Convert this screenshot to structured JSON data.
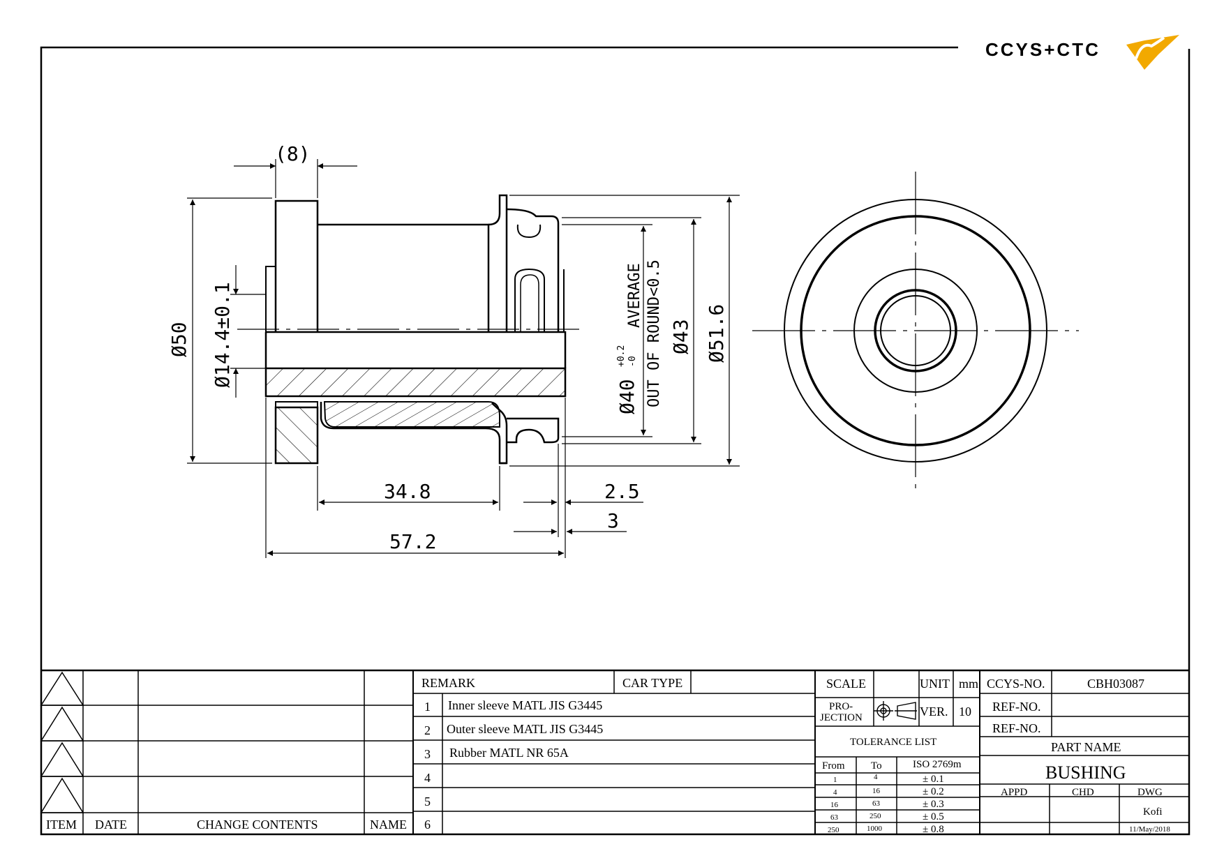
{
  "logo": {
    "text": "CCYS+CTC",
    "accent_color": "#f2a900"
  },
  "dimensions": {
    "d8": "(8)",
    "d50": "Ø50",
    "d14": "Ø14.4±0.1",
    "d40": "Ø40",
    "d40_tol_upper": "+0.2",
    "d40_tol_lower": "-0",
    "d40_note1": "AVERAGE",
    "d40_note2": "OUT OF ROUND<0.5",
    "d43": "Ø43",
    "d516": "Ø51.6",
    "d348": "34.8",
    "d25": "2.5",
    "d3": "3",
    "d572": "57.2"
  },
  "revision": {
    "headers": {
      "item": "ITEM",
      "date": "DATE",
      "contents": "CHANGE CONTENTS",
      "name": "NAME"
    }
  },
  "remarks": {
    "remark_label": "REMARK",
    "car_type_label": "CAR TYPE",
    "rows": [
      {
        "no": "1",
        "text": "Inner sleeve MATL JIS G3445"
      },
      {
        "no": "2",
        "text": "Outer sleeve MATL JIS G3445"
      },
      {
        "no": "3",
        "text": "Rubber MATL NR 65A"
      },
      {
        "no": "4",
        "text": ""
      },
      {
        "no": "5",
        "text": ""
      },
      {
        "no": "6",
        "text": ""
      }
    ]
  },
  "title_block": {
    "scale_label": "SCALE",
    "unit_label": "UNIT",
    "unit_value": "mm",
    "projection_label_1": "PRO-",
    "projection_label_2": "JECTION",
    "ver_label": "VER.",
    "ver_value": "10",
    "ccys_no_label": "CCYS-NO.",
    "ccys_no_value": "CBH03087",
    "ref_no_label_1": "REF-NO.",
    "ref_no_label_2": "REF-NO.",
    "part_name_label": "PART NAME",
    "part_name_value": "BUSHING",
    "appd_label": "APPD",
    "chd_label": "CHD",
    "dwg_label": "DWG",
    "dwg_name": "Kofi",
    "dwg_date": "11/May/2018"
  },
  "tolerance": {
    "title": "TOLERANCE LIST",
    "headers": {
      "from": "From",
      "to": "To",
      "std": "ISO 2769m"
    },
    "rows": [
      {
        "from": "1",
        "to": "4",
        "tol": "± 0.1"
      },
      {
        "from": "4",
        "to": "16",
        "tol": "± 0.2"
      },
      {
        "from": "16",
        "to": "63",
        "tol": "± 0.3"
      },
      {
        "from": "63",
        "to": "250",
        "tol": "± 0.5"
      },
      {
        "from": "250",
        "to": "1000",
        "tol": "± 0.8"
      }
    ]
  }
}
